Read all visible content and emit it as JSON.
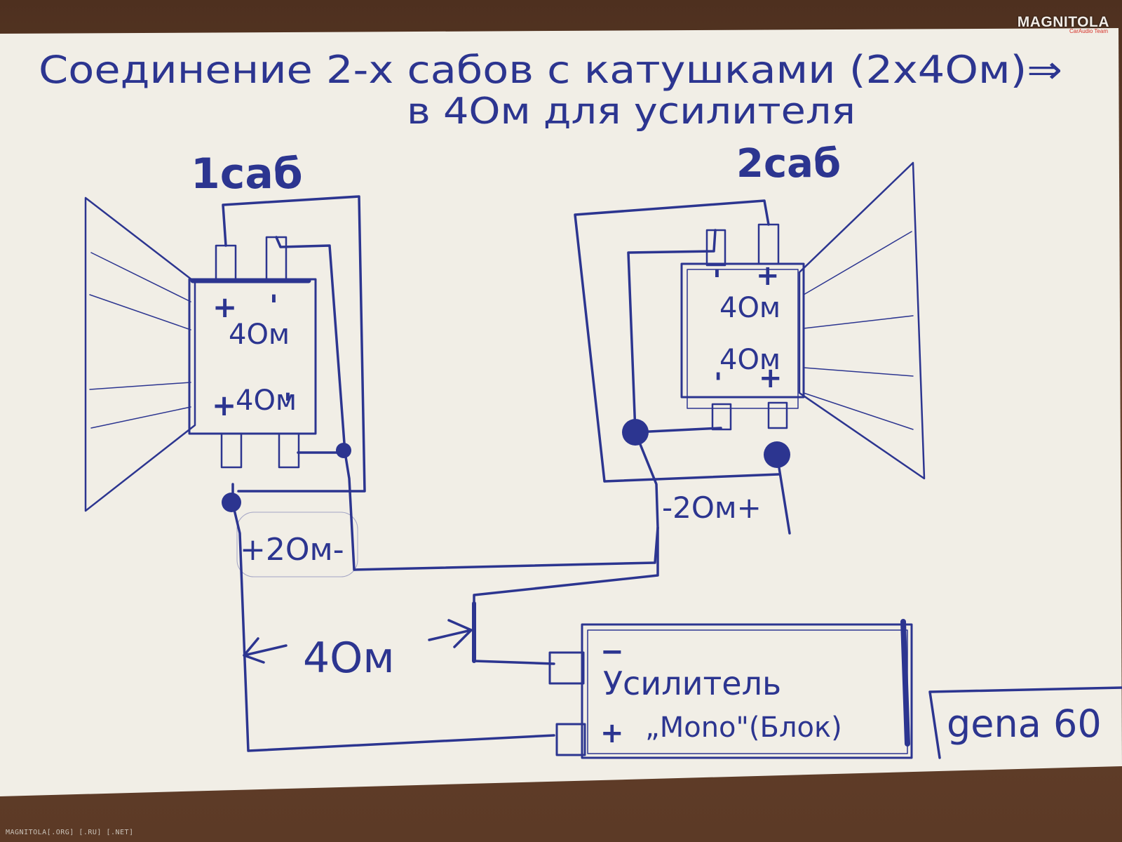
{
  "title": {
    "line1": "Соединение 2-х сабов с катушками (2х4Ом)⇒",
    "line2": "в 4Ом для усилителя"
  },
  "sub1": {
    "label": "1саб",
    "coil_top": {
      "plus": "+",
      "minus": "'",
      "value": "4Ом"
    },
    "coil_bottom": {
      "plus": "+",
      "minus": "'",
      "value": "4Ом"
    },
    "pair_label": "+2Ом-"
  },
  "sub2": {
    "label": "2саб",
    "coil_top": {
      "plus": "+",
      "minus": "'",
      "value": "4Ом"
    },
    "coil_bottom": {
      "plus": "+",
      "minus": "'",
      "value": "4Ом"
    },
    "pair_label": "-2Ом+"
  },
  "amp": {
    "name": "Усилитель",
    "mode": "„Mono\"(Блок)",
    "minus": "−",
    "plus": "+"
  },
  "total_label": "4Ом",
  "signature": "gena 60",
  "watermark": {
    "logo": "MAGNITOLA",
    "tagline": "CarAudio Team",
    "footer": "MAGNITOLA[.ORG] [.RU] [.NET]"
  },
  "colors": {
    "ink": "#2c3590",
    "paper": "#f1eee6"
  }
}
